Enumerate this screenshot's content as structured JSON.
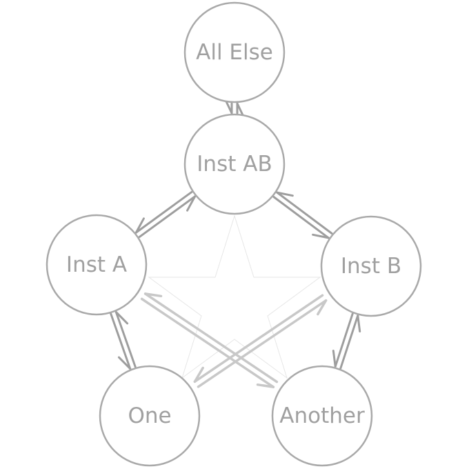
{
  "colors": {
    "node_stroke": "#a9a9a9",
    "node_label": "#a0a0a0",
    "edge_strong": "#9e9e9e",
    "edge_faint": "#c8c8c8",
    "star_outline": "#e6e6e6"
  },
  "nodes": [
    {
      "id": "all-else",
      "label": "All Else"
    },
    {
      "id": "inst-ab",
      "label": "Inst AB"
    },
    {
      "id": "inst-a",
      "label": "Inst A"
    },
    {
      "id": "inst-b",
      "label": "Inst B"
    },
    {
      "id": "one",
      "label": "One"
    },
    {
      "id": "another",
      "label": "Another"
    }
  ],
  "edges": [
    {
      "from": "all-else",
      "to": "inst-ab",
      "style": "strong"
    },
    {
      "from": "inst-ab",
      "to": "inst-a",
      "style": "strong"
    },
    {
      "from": "inst-ab",
      "to": "inst-b",
      "style": "strong"
    },
    {
      "from": "inst-a",
      "to": "one",
      "style": "strong"
    },
    {
      "from": "inst-b",
      "to": "another",
      "style": "strong"
    },
    {
      "from": "inst-a",
      "to": "another",
      "style": "faint"
    },
    {
      "from": "inst-b",
      "to": "one",
      "style": "faint"
    }
  ]
}
